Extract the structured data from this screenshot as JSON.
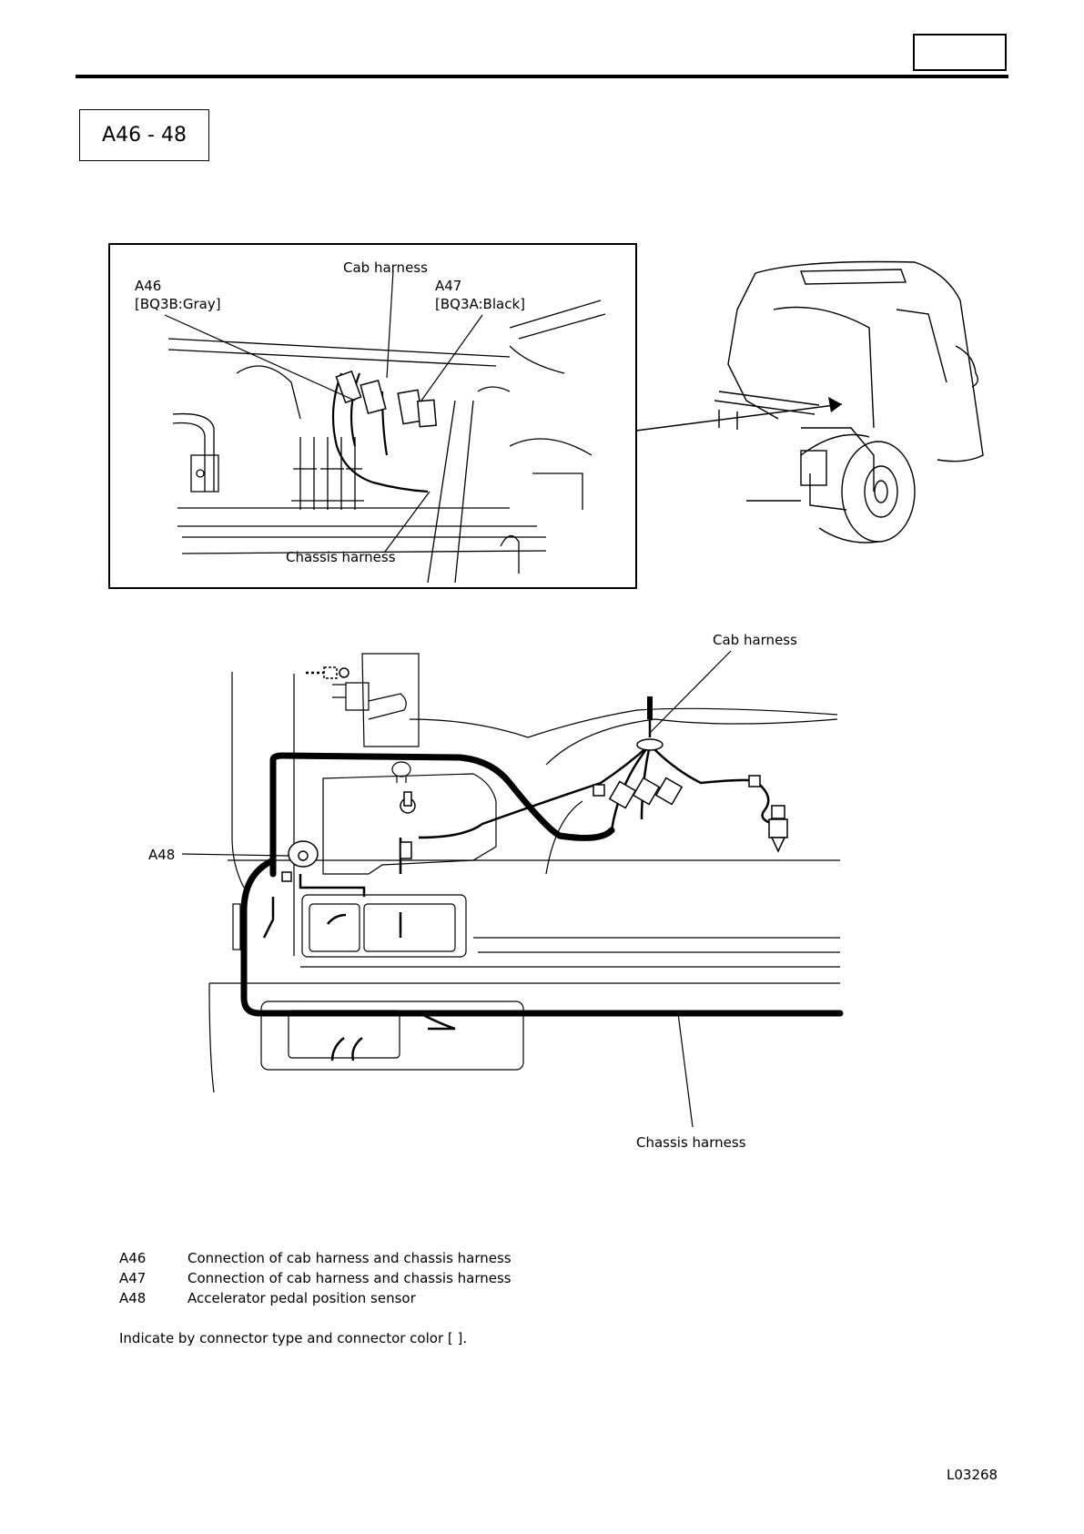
{
  "header": {
    "page_id": "A46 - 48",
    "doc_code": "L03268"
  },
  "detail_view": {
    "a46_label": "A46",
    "a46_connector": "[BQ3B:Gray]",
    "cab_harness_label": "Cab harness",
    "a47_label": "A47",
    "a47_connector": "[BQ3A:Black]",
    "chassis_harness_label": "Chassis harness"
  },
  "overview": {
    "cab_harness_label": "Cab harness",
    "a48_label": "A48",
    "chassis_harness_label": "Chassis harness"
  },
  "legend": {
    "items": [
      {
        "code": "A46",
        "description": "Connection of cab harness and chassis harness"
      },
      {
        "code": "A47",
        "description": "Connection of cab harness and chassis harness"
      },
      {
        "code": "A48",
        "description": "Accelerator pedal position sensor"
      }
    ],
    "note": "Indicate by connector type and connector color [  ]."
  }
}
